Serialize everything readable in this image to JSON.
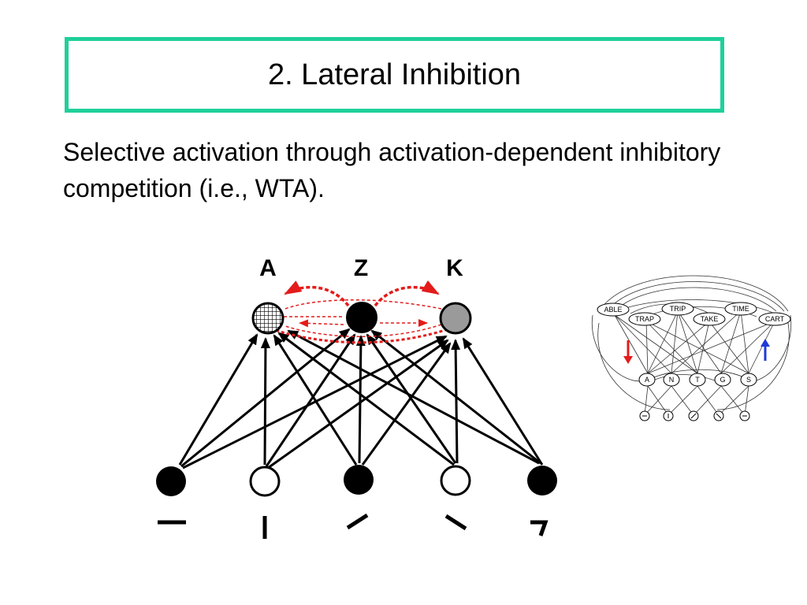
{
  "slide": {
    "title": "2. Lateral Inhibition",
    "body": "Selective activation through activation-dependent inhibitory competition (i.e., WTA)."
  },
  "network": {
    "output_units": [
      {
        "label": "A",
        "state": "partial",
        "fill": "crosshatch"
      },
      {
        "label": "Z",
        "state": "active",
        "fill": "#000000"
      },
      {
        "label": "K",
        "state": "partial",
        "fill": "#9a9a9a"
      }
    ],
    "input_units": [
      {
        "feature": "horizontal",
        "active": true
      },
      {
        "feature": "vertical",
        "active": false
      },
      {
        "feature": "slash",
        "active": true
      },
      {
        "feature": "backslash",
        "active": false
      },
      {
        "feature": "corner",
        "active": true
      }
    ],
    "inhibition_color": "#e41b1b",
    "excitation_color": "#000000"
  },
  "thumbnail": {
    "words": [
      "ABLE",
      "TRAP",
      "TRIP",
      "TAKE",
      "TIME",
      "CART"
    ],
    "letters": [
      "A",
      "N",
      "T",
      "G",
      "S"
    ],
    "arrow_down_color": "#e41b1b",
    "arrow_up_color": "#1f3ad6"
  }
}
